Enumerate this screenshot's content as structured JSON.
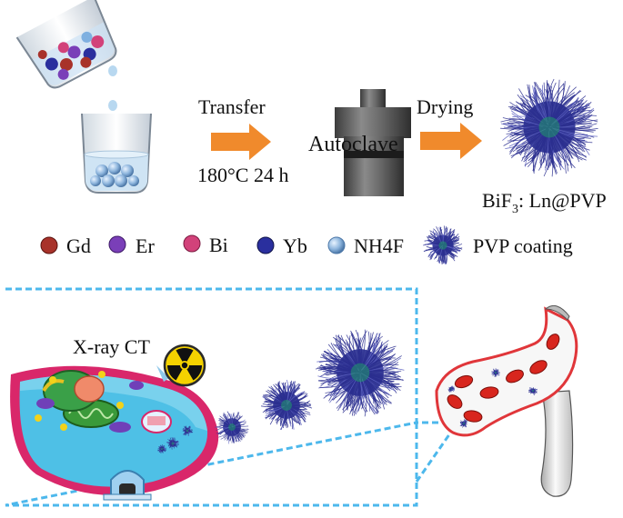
{
  "synthesis": {
    "transfer_label": "Transfer",
    "condition_label": "180°C  24 h",
    "autoclave_label": "Autoclave",
    "drying_label": "Drying",
    "product_name": "BiF",
    "product_subscript": "3",
    "product_suffix": ": Ln@PVP"
  },
  "legend": {
    "items": [
      {
        "label": "Gd",
        "color": "#a8322a"
      },
      {
        "label": "Er",
        "color": "#7a3fb8"
      },
      {
        "label": "Bi",
        "color": "#d2427a"
      },
      {
        "label": "Yb",
        "color": "#2a2f9e"
      },
      {
        "label": "NH4F",
        "color": "#7fb0e0"
      },
      {
        "label": "PVP coating",
        "color": "#2c2f8f"
      }
    ]
  },
  "application": {
    "imaging_label": "X-ray CT",
    "radiation_icon": "radiation-trefoil-icon",
    "frame_color": "#4db8ec",
    "vessel_color": "#e0363a",
    "cell_membrane_color": "#d9276a",
    "cytoplasm_color": "#4ec0e6"
  },
  "colors": {
    "arrow": "#f08a2c",
    "pvp": "#2c2f8f",
    "pvp_core": "#1f9c6a",
    "autoclave": "#5a5a5a"
  }
}
